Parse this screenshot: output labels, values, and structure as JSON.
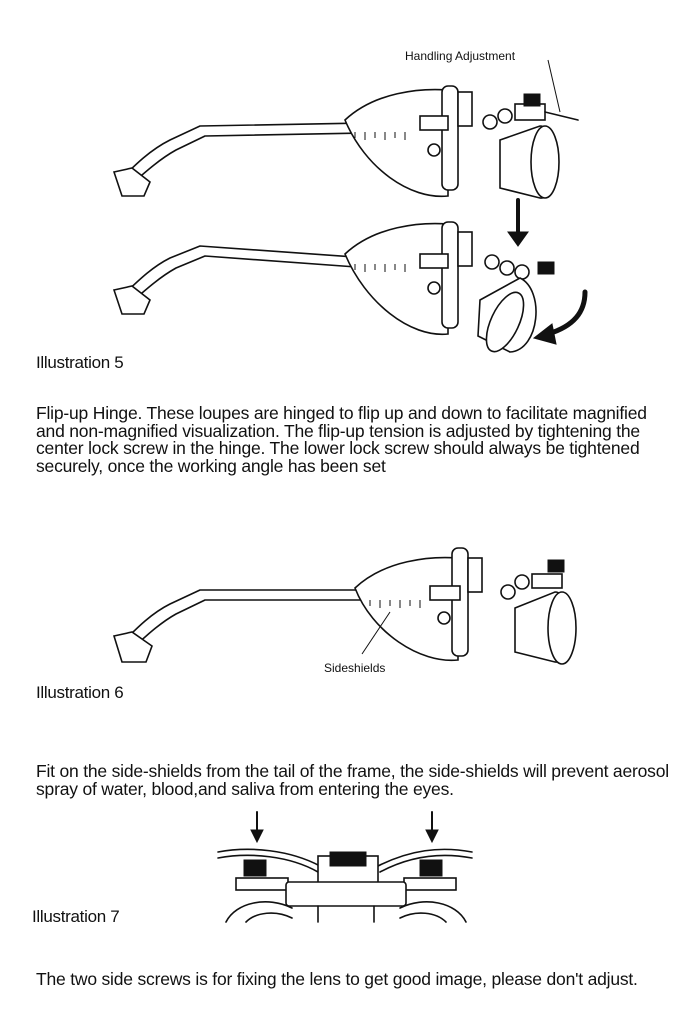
{
  "illustration5": {
    "label_handling": "Handling Adjustment",
    "caption": "Illustration 5",
    "paragraph": "Flip-up Hinge. These loupes are hinged to flip up and down to facilitate magnified and non-magnified visualization. The flip-up tension is adjusted by tightening the center lock screw in the hinge. The lower lock screw should always be tightened securely, once the  working angle has been set"
  },
  "illustration6": {
    "label_sideshields": "Sideshields",
    "caption": "Illustration 6",
    "paragraph": "Fit on the side-shields from the tail of the frame, the side-shields will prevent aerosol spray of water, blood,and saliva from entering the eyes."
  },
  "illustration7": {
    "caption": "Illustration 7",
    "paragraph": "The two side screws is for fixing the lens to get good image, please don't  adjust."
  }
}
